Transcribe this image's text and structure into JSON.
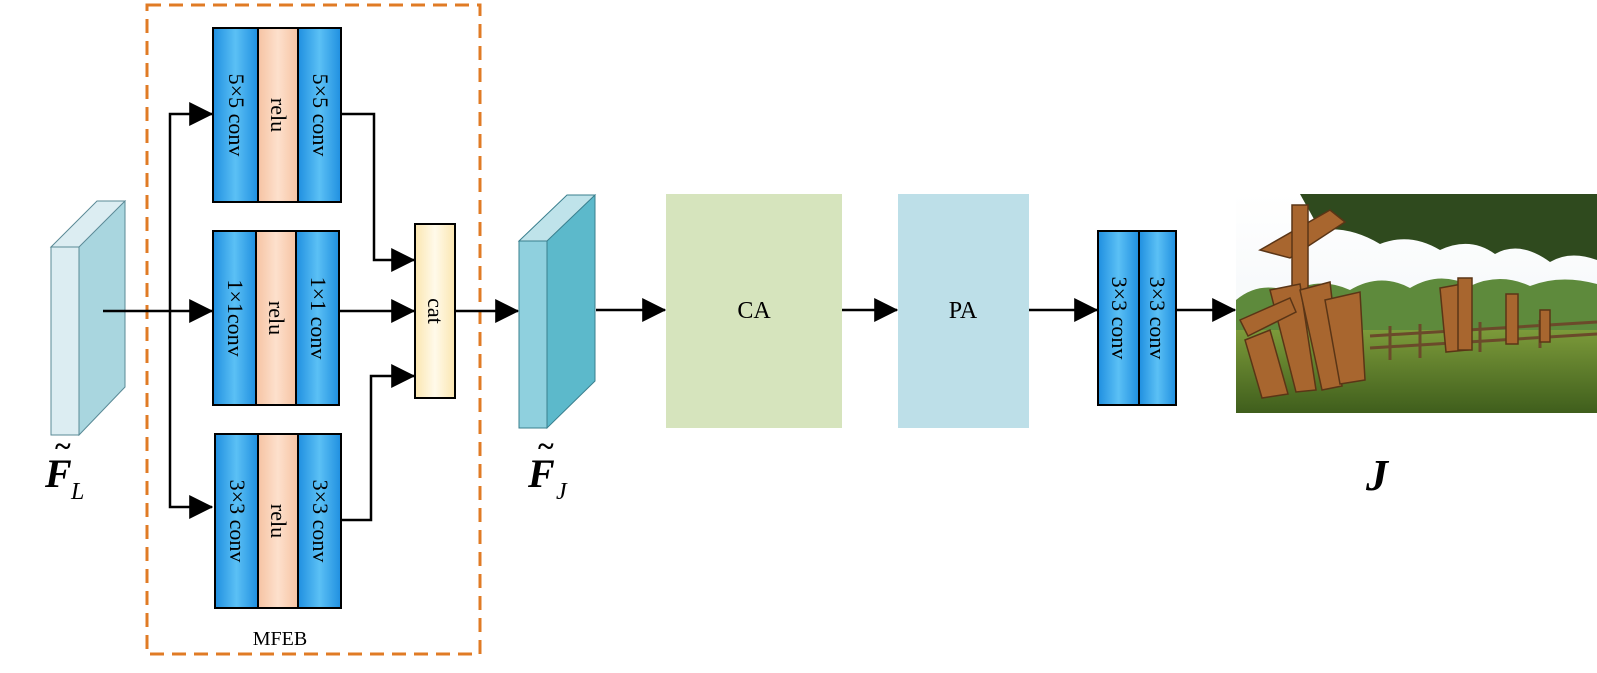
{
  "mfeb": {
    "label": "MFEB",
    "branches": [
      {
        "left": "5×5 conv",
        "middle": "relu",
        "right": "5×5 conv"
      },
      {
        "left": "1×1conv",
        "middle": "relu",
        "right": "1×1 conv"
      },
      {
        "left": "3×3 conv",
        "middle": "relu",
        "right": "3×3 conv"
      }
    ],
    "cat": "cat"
  },
  "input": {
    "symbol": "F",
    "tilde": "~",
    "subscript": "L"
  },
  "mid": {
    "symbol": "F",
    "tilde": "~",
    "subscript": "J"
  },
  "ca": "CA",
  "pa": "PA",
  "final_conv": {
    "left": "3×3 conv",
    "right": "3×3 conv"
  },
  "output": {
    "symbol": "J"
  },
  "colors": {
    "conv_blue": "#39a6e6",
    "relu": "#f8cdb0",
    "cat": "#fdf1cc",
    "ca": "#d6e4bd",
    "pa": "#bddfe8",
    "dashed_box": "#e07b25",
    "tensor_light": "#dcedf2",
    "tensor_dark": "#a9d6df",
    "tensor_mid_light": "#8fd0de",
    "tensor_mid_dark": "#5cb9cb"
  }
}
